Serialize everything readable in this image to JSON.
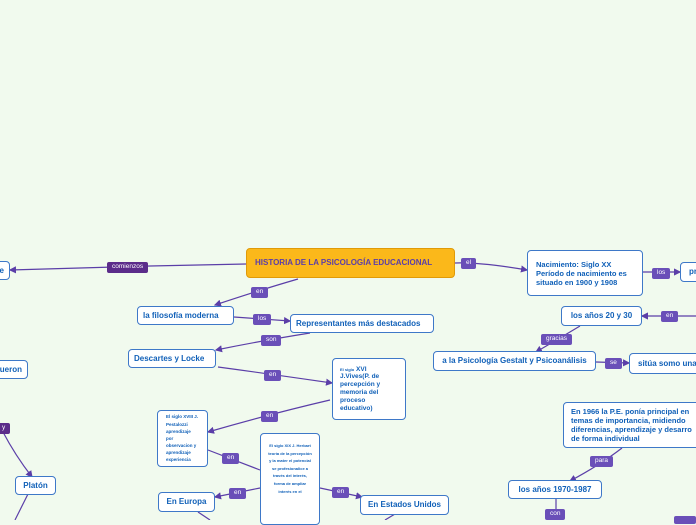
{
  "root": {
    "title": "HISTORIA DE LA PSICOLOGÍA EDUCACIONAL"
  },
  "nodes": {
    "filosofia_moderna": "la filosofía moderna",
    "representantes": "Representantes más destacados",
    "descartes_locke": "Descartes y Locke",
    "siglo_xvi_prefix": "El siglo",
    "siglo_xvi_main": "XVI J.Vives(P. de percepción y memoria del proceso educativo)",
    "siglo_xviii": "El siglo XVIII J. Pestalozzi aprendizaje por observacion y aprendizaje experiencia",
    "siglo_xix": "El siglo XIX J. Herbart teoría de la percepción y la mater el potencial se profesionalice a través del interés, forma de ampliar interés en el",
    "en_europa": "En Europa",
    "estados_unidos": "En Estados Unidos",
    "nacimiento": "Nacimiento: Siglo XX Período de nacimiento es situado en 1900 y 1908",
    "anos_20_30": "los años 20 y 30",
    "gestalt": "a la Psicología Gestalt y Psicoanálisis",
    "situa_somo": "sitúa somo una",
    "pr_partial": "pr",
    "en_1966": "En 1966 la P.E. ponía principal en temas de importancia, midiendo diferencias, aprendizaje y desarro de forma individual",
    "anos_1970": "los años 1970-1987",
    "platon": "Platón",
    "left_e": "e",
    "left_fueron": "fueron"
  },
  "links": {
    "comienzos": "comienzos",
    "el": "el",
    "en1": "en",
    "los1": "los",
    "son": "son",
    "en2": "en",
    "en3": "en",
    "en4": "en",
    "en5": "en",
    "en6": "en",
    "los2": "los",
    "en7": "en",
    "gracias": "gracias",
    "se": "se",
    "para": "para",
    "con": "con",
    "y": "y"
  },
  "colors": {
    "background": "#f1faee",
    "root_fill": "#fbb81a",
    "node_border": "#3e78c8",
    "node_text": "#1060b8",
    "link_label": "#6a4fb8",
    "connector": "#5b3ea8"
  }
}
